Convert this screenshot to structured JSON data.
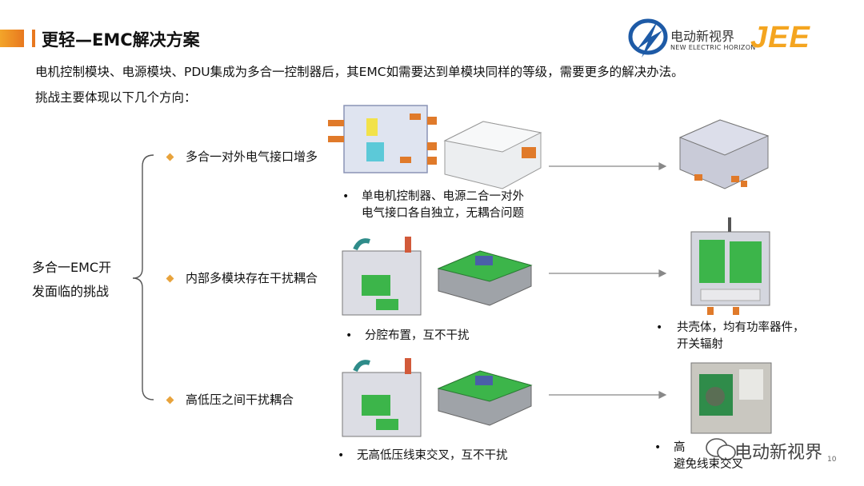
{
  "header": {
    "title": "更轻—EMC解决方案",
    "logo_cn": "电动新视界",
    "logo_en": "NEW ELECTRIC HORIZON",
    "logo_mark": "JEE",
    "accent_color": "#e8781f"
  },
  "intro": {
    "line1": "电机控制模块、电源模块、PDU集成为多合一控制器后，其EMC如需要达到单模块同样的等级，需要更多的解决办法。",
    "line2": "挑战主要体现以下几个方向："
  },
  "challenge": {
    "label_line1": "多合一EMC开",
    "label_line2": "发面临的挑战"
  },
  "directions": [
    {
      "label": "多合一对外电气接口增多",
      "note_line1": "单电机控制器、电源二合一对外",
      "note_line2": "电气接口各自独立，无耦合问题"
    },
    {
      "label": "内部多模块存在干扰耦合",
      "note_line1": "分腔布置，互不干扰",
      "result_line1": "共壳体，均有功率器件，",
      "result_line2": "开关辐射"
    },
    {
      "label": "高低压之间干扰耦合",
      "note_line1": "无高低压线束交叉，互不干扰",
      "result_line1": "高",
      "result_line2": "避免线束交叉"
    }
  ],
  "bullet_char": "•",
  "watermark": "电动新视界",
  "page_number": "10"
}
